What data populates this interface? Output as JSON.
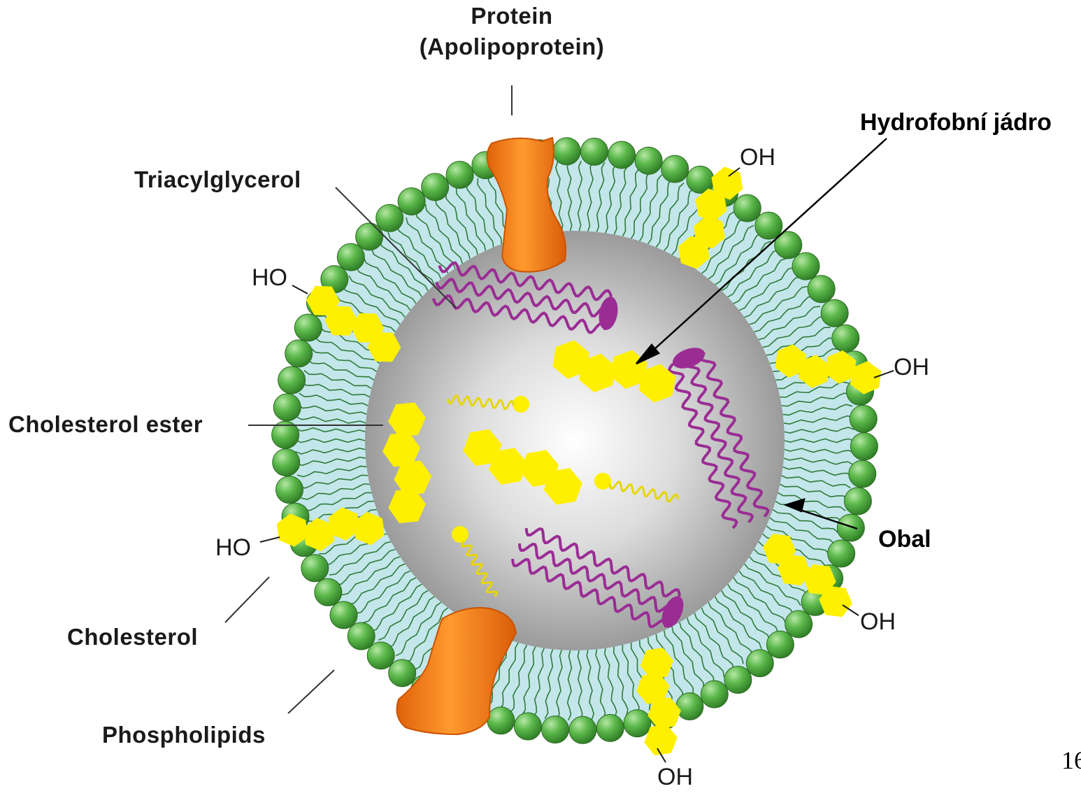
{
  "labels": {
    "protein_line1": "Protein",
    "protein_line2": "(Apolipoprotein)",
    "triacylglycerol": "Triacylglycerol",
    "cholesterol_ester": "Cholesterol ester",
    "cholesterol": "Cholesterol",
    "phospholipids": "Phospholipids",
    "hydrofobni_jadro": "Hydrofobní jádro",
    "obal": "Obal",
    "hydroxyl_oh": "OH",
    "hydroxyl_ho": "HO"
  },
  "page_number": "16",
  "colors": {
    "phospholipid_head": "#4daa3c",
    "tail_band": "#bfe4e9",
    "tail_line": "#2f7a3a",
    "core_light": "#ffffff",
    "core_dark": "#8a8a8a",
    "protein": "#f07d16",
    "cholesterol": "#fff000",
    "triacylglycerol": "#9a2c94"
  }
}
